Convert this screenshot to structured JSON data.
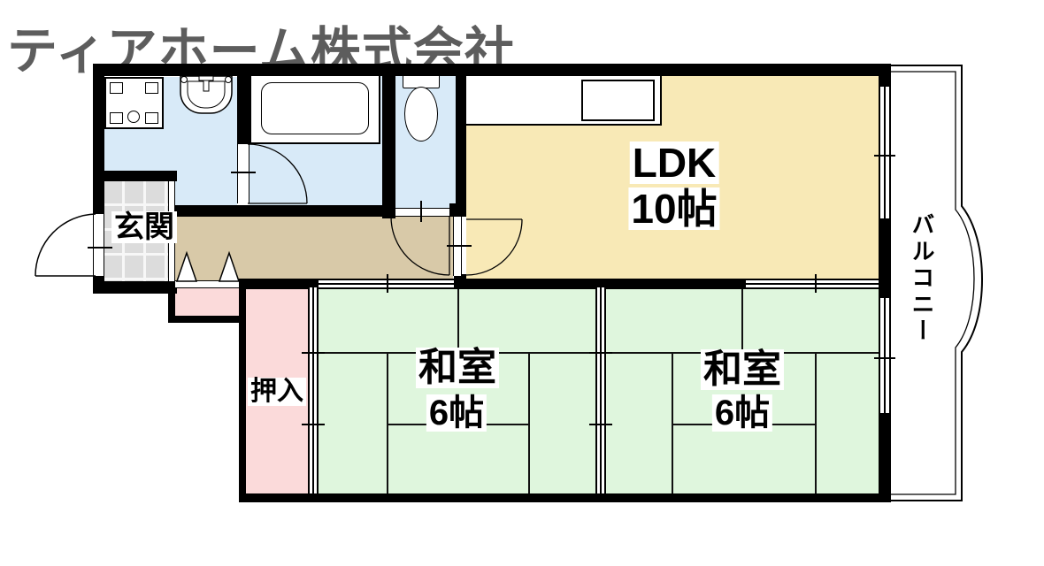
{
  "company": {
    "name": "ティアホーム株式会社"
  },
  "rooms": {
    "ldk": {
      "name": "LDK",
      "size": "10帖"
    },
    "washitsu1": {
      "name": "和室",
      "size": "6帖"
    },
    "washitsu2": {
      "name": "和室",
      "size": "6帖"
    },
    "genkan": {
      "name": "玄関"
    },
    "oshiire": {
      "name": "押入"
    },
    "balcony": {
      "name": "バルコニー"
    }
  },
  "colors": {
    "wall": "#000000",
    "water_rooms": "#D8EAF8",
    "ldk": "#F8E9B6",
    "tatami": "#DFF6DD",
    "closet": "#FBDADA",
    "hallway": "#D8C9A8",
    "entrance_tile": "#DCDCDC",
    "title_text": "#5D5D5D"
  }
}
